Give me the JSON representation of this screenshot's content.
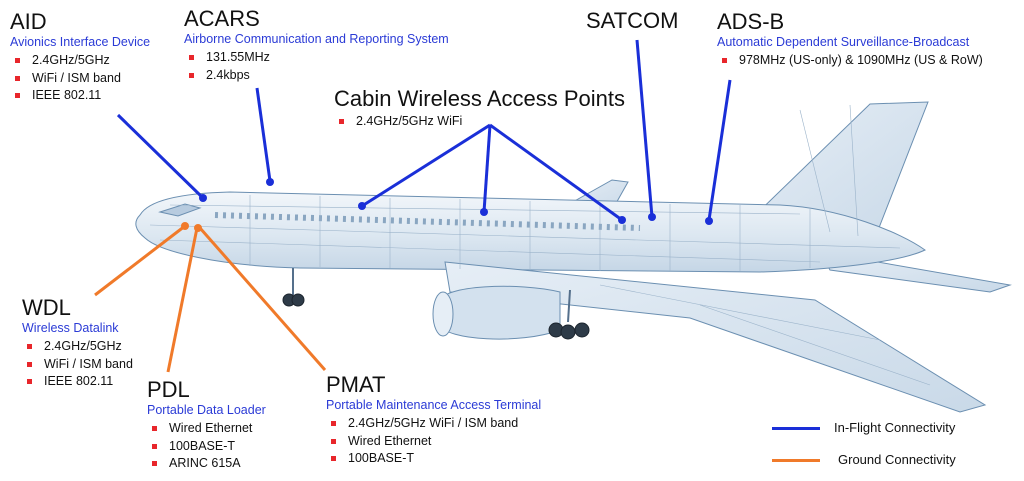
{
  "colors": {
    "in_flight": "#1a2fd8",
    "ground": "#f07a2a",
    "subtitle": "#2b3bd6",
    "bullet": "#e8262b",
    "aircraft_stroke": "#6b8fb1",
    "aircraft_fill": "#dfe9f3"
  },
  "labels": {
    "aid": {
      "title": "AID",
      "subtitle": "Avionics Interface Device",
      "items": [
        "2.4GHz/5GHz",
        "WiFi / ISM band",
        "IEEE 802.11"
      ]
    },
    "acars": {
      "title": "ACARS",
      "subtitle": "Airborne Communication and Reporting System",
      "items": [
        "131.55MHz",
        "2.4kbps"
      ]
    },
    "cabin": {
      "title": "Cabin Wireless Access Points",
      "subtitle": "",
      "items": [
        "2.4GHz/5GHz WiFi"
      ]
    },
    "satcom": {
      "title": "SATCOM",
      "subtitle": "",
      "items": []
    },
    "adsb": {
      "title": "ADS-B",
      "subtitle": "Automatic Dependent Surveillance-Broadcast",
      "items": [
        "978MHz (US-only) & 1090MHz (US & RoW)"
      ]
    },
    "wdl": {
      "title": "WDL",
      "subtitle": "Wireless Datalink",
      "items": [
        "2.4GHz/5GHz",
        "WiFi / ISM band",
        "IEEE 802.11"
      ]
    },
    "pdl": {
      "title": "PDL",
      "subtitle": "Portable Data Loader",
      "items": [
        "Wired Ethernet",
        "100BASE-T",
        "ARINC 615A"
      ]
    },
    "pmat": {
      "title": "PMAT",
      "subtitle": "Portable Maintenance Access Terminal",
      "items": [
        "2.4GHz/5GHz WiFi / ISM band",
        "Wired Ethernet",
        "100BASE-T"
      ]
    }
  },
  "legend": {
    "in_flight": "In-Flight Connectivity",
    "ground": "Ground Connectivity"
  }
}
